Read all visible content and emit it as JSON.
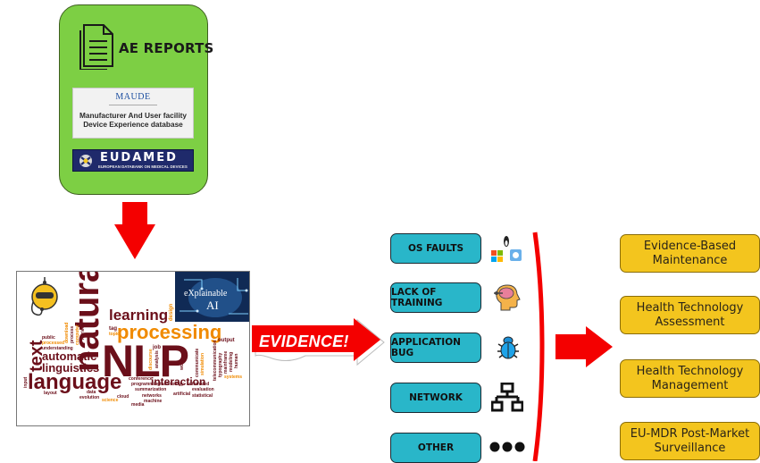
{
  "ae_reports": {
    "title": "AE REPORTS",
    "maude": {
      "name": "MAUDE",
      "description": "Manufacturer And User facility Device Experience database"
    },
    "eudamed": {
      "name": "EUDAMED",
      "subtitle": "EUROPEAN DATABANK ON MEDICAL DEVICES"
    }
  },
  "nlp_image": {
    "xai_line1": "eXplainable",
    "xai_line2": "AI",
    "words": {
      "natural": "natural",
      "learning": "learning",
      "processing": "processing",
      "nlp": "NLP",
      "language": "language",
      "text": "text",
      "automatic": "automatic",
      "linguistics": "linguistics",
      "interaction": "interaction",
      "design": "design",
      "tag": "tag",
      "topic": "topic",
      "public": "public",
      "processed": "processed",
      "understanding": "understanding",
      "download": "download",
      "process": "process",
      "computer": "computer",
      "retrieval": "retrieval",
      "output": "output",
      "job": "job",
      "discourse": "discourse",
      "analysis": "analysis",
      "word": "word",
      "communicate": "communicate",
      "simulation": "simulation",
      "science": "science",
      "machine": "machine",
      "networks": "networks",
      "statistical": "statistical",
      "evaluation": "evaluation",
      "artificial": "artificial",
      "summarization": "summarization",
      "programming": "programming",
      "technology": "technology",
      "automated": "automated",
      "conference": "conference",
      "media": "media",
      "evolution": "evolution",
      "data": "data",
      "cloud": "cloud",
      "layout": "layout",
      "input": "input",
      "systems": "systems",
      "human": "human",
      "typography": "typography",
      "mainframe": "mainframe",
      "modeling": "modeling",
      "telecommunication": "telecommunication"
    }
  },
  "evidence_label": "EVIDENCE!",
  "categories": [
    {
      "label": "OS FAULTS",
      "icon": "os-logos-icon"
    },
    {
      "label": "LACK OF TRAINING",
      "icon": "head-with-brain-icon"
    },
    {
      "label": "APPLICATION BUG",
      "icon": "bug-icon"
    },
    {
      "label": "NETWORK",
      "icon": "network-icon"
    },
    {
      "label": "OTHER",
      "icon": "three-dots-icon"
    }
  ],
  "outcomes": [
    {
      "line1": "Evidence-Based",
      "line2": "Maintenance"
    },
    {
      "line1": "Health Technology",
      "line2": "Assessment"
    },
    {
      "line1": "Health Technology",
      "line2": "Management"
    },
    {
      "line1": "EU-MDR Post-Market",
      "line2": "Surveillance"
    }
  ],
  "colors": {
    "ae_card": "#7dcf44",
    "arrow_red": "#f40000",
    "category_cyan": "#29b6c9",
    "outcome_yellow": "#f3c51e",
    "wordcloud_orange": "#f08a00",
    "wordcloud_maroon": "#6b0f1a"
  }
}
